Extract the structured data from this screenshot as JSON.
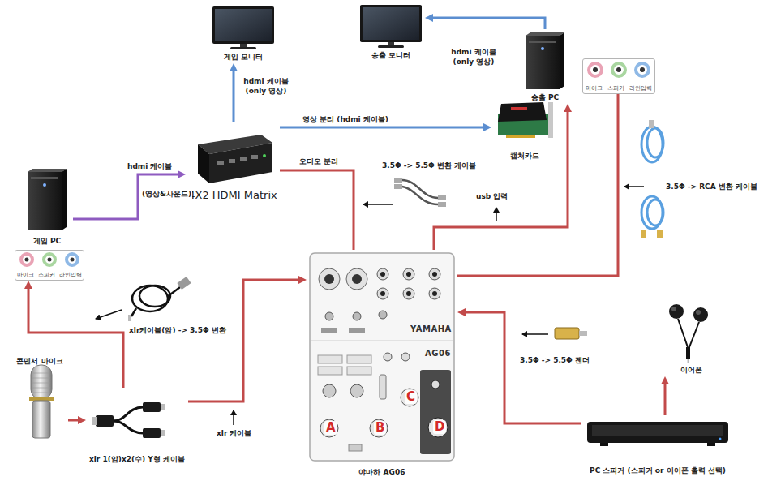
{
  "diagram": {
    "nodes": [
      {
        "text": [
          "게임 모니터"
        ]
      },
      {
        "text": [
          "송출 모니터"
        ]
      },
      {
        "text": [
          "송출 PC"
        ]
      },
      {
        "text": [
          "마이크",
          "스피커",
          "라인입력"
        ]
      },
      {
        "text": [
          "캡처카드"
        ]
      },
      {
        "text": [
          "4X2 HDMI Matrix"
        ]
      },
      {
        "text": [
          "게임 PC"
        ]
      },
      {
        "text": [
          "마이크",
          "스피커",
          "라인입력"
        ]
      },
      {
        "text": [
          "야마하 AG06"
        ]
      },
      {
        "text": [
          "이어폰"
        ]
      },
      {
        "text": [
          "콘덴서 마이크"
        ]
      },
      {
        "text": [
          "xlr 1(암)x2(수) Y형 케이블"
        ]
      },
      {
        "text": [
          "PC 스피커 (스피커 or 이어폰 출력 선택)"
        ]
      }
    ],
    "edges": [
      {
        "from": 6,
        "to": 5,
        "label": "hdmi 케이블",
        "arrow": "to"
      },
      {
        "from": 5,
        "to": 0,
        "label": "hdmi 케이블 (only 영상)",
        "arrow": "to"
      },
      {
        "from": 5,
        "to": 4,
        "label": "영상 분리 (hdmi 케이블)",
        "arrow": "to"
      },
      {
        "from": 2,
        "to": 1,
        "label": "hdmi 케이블 (only 영상)",
        "arrow": "to"
      },
      {
        "from": 10,
        "to": 11,
        "arrow": "to"
      },
      {
        "from": 11,
        "to": 7,
        "arrow": "to"
      },
      {
        "from": 11,
        "to": 8,
        "label": "xlr 케이블",
        "arrow": "to"
      },
      {
        "from": 5,
        "to": 8,
        "label": "오디오 분리",
        "arrow": "none"
      },
      {
        "from": 8,
        "to": 2,
        "label": "usb 입력",
        "arrow": "to"
      },
      {
        "from": 3,
        "to": 8,
        "arrow": "none"
      },
      {
        "from": 12,
        "to": 8,
        "arrow": "to"
      },
      {
        "from": 12,
        "to": 9,
        "arrow": "to"
      }
    ],
    "labels": [
      "(영상&사운드)",
      "xlr케이블(암) -> 3.5Φ 변환",
      "3.5Φ -> 5.5Φ 변환 케이블",
      "3.5Φ -> RCA 변환 케이블",
      "3.5Φ -> 5.5Φ 젠더",
      "A",
      "B",
      "C",
      "D",
      "YAMAHA",
      "AG06"
    ]
  }
}
